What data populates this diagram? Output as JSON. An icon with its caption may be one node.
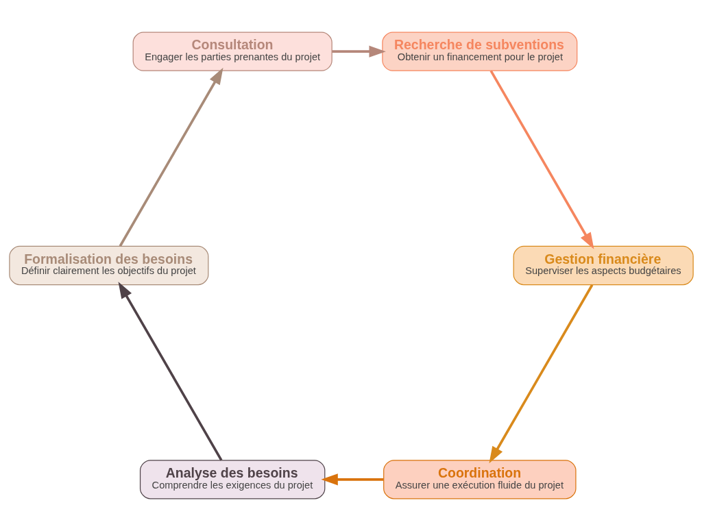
{
  "diagram": {
    "nodes": [
      {
        "text": [
          "Coordination",
          "Assurer une exécution fluide du projet"
        ]
      },
      {
        "text": [
          "Analyse des besoins",
          "Comprendre les exigences du projet"
        ]
      },
      {
        "text": [
          "Formalisation des besoins",
          "Définir clairement les objectifs du projet"
        ]
      },
      {
        "text": [
          "Consultation",
          "Engager les parties prenantes du projet"
        ]
      },
      {
        "text": [
          "Recherche de subventions",
          "Obtenir un financement pour le projet"
        ]
      },
      {
        "text": [
          "Gestion financière",
          "Superviser les aspects budgétaires"
        ]
      }
    ],
    "edges": [
      {
        "from": 0,
        "to": 1,
        "arrow": "to",
        "color": "#d9730d"
      },
      {
        "from": 1,
        "to": 2,
        "arrow": "to",
        "color": "#4f4248"
      },
      {
        "from": 2,
        "to": 3,
        "arrow": "to",
        "color": "#a88b78"
      },
      {
        "from": 3,
        "to": 4,
        "arrow": "to",
        "color": "#b5877a"
      },
      {
        "from": 4,
        "to": 5,
        "arrow": "to",
        "color": "#f5865f"
      },
      {
        "from": 5,
        "to": 0,
        "arrow": "to",
        "color": "#d98a1c"
      }
    ]
  }
}
